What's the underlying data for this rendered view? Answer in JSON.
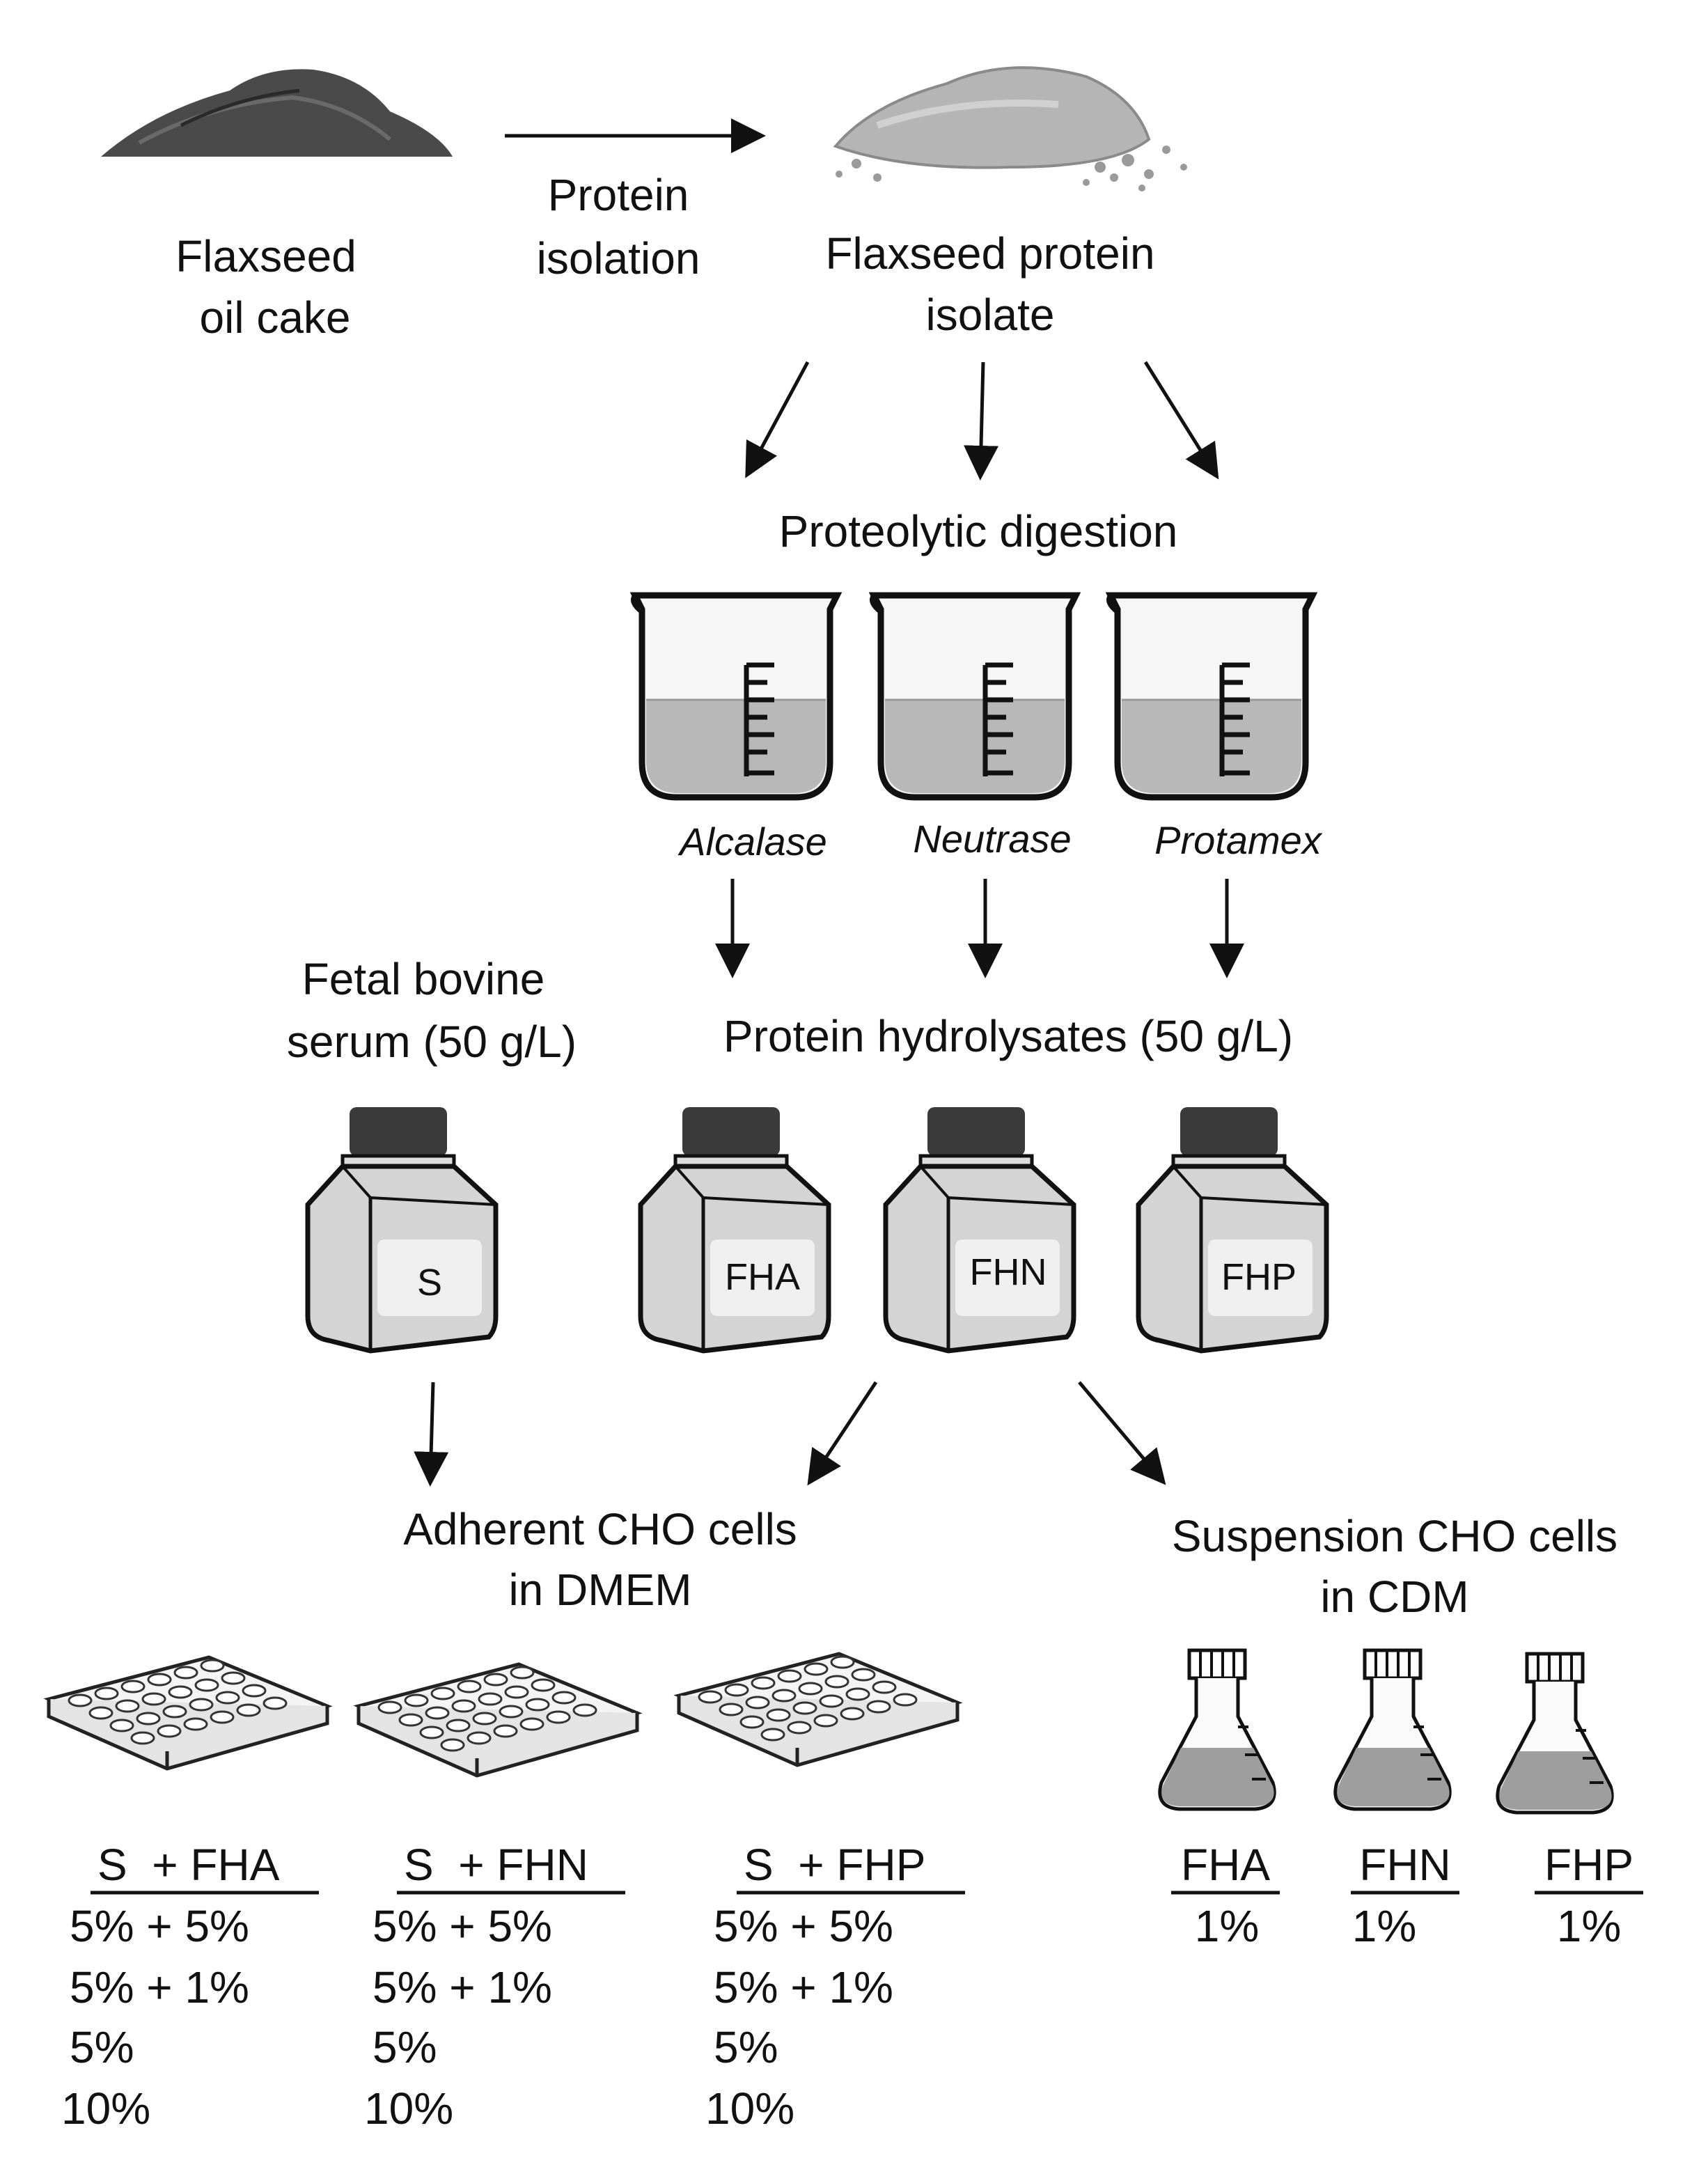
{
  "top": {
    "oil_cake": [
      "Flaxseed",
      "oil cake"
    ],
    "process": [
      "Protein",
      "isolation"
    ],
    "isolate": [
      "Flaxseed protein",
      "isolate"
    ]
  },
  "digestion": {
    "title": "Proteolytic digestion",
    "enzymes": [
      "Alcalase",
      "Neutrase",
      "Protamex"
    ]
  },
  "serum": {
    "title": [
      "Fetal bovine",
      "serum (50 g/L)"
    ],
    "jar_label": "S"
  },
  "hydrolysates": {
    "title": "Protein hydrolysates (50 g/L)",
    "jar_labels": [
      "FHA",
      "FHN",
      "FHP"
    ]
  },
  "adherent": {
    "title": [
      "Adherent CHO cells",
      "in DMEM"
    ],
    "groups": [
      {
        "header": "S  + FHA",
        "rows": [
          "5% + 5%",
          "5% + 1%",
          "5%",
          "10%"
        ]
      },
      {
        "header": "S  + FHN",
        "rows": [
          "5% + 5%",
          "5% + 1%",
          "5%",
          "10%"
        ]
      },
      {
        "header": "S  + FHP",
        "rows": [
          "5% + 5%",
          "5% + 1%",
          "5%",
          "10%"
        ]
      }
    ]
  },
  "suspension": {
    "title": [
      "Suspension CHO cells",
      "in CDM"
    ],
    "flasks": [
      {
        "header": "FHA",
        "value": "1%"
      },
      {
        "header": "FHN",
        "value": "1%"
      },
      {
        "header": "FHP",
        "value": "1%"
      }
    ]
  },
  "colors": {
    "ink": "#111111",
    "liquid": "#b8b8b8",
    "cap": "#3a3a3a",
    "powder_dark": "#4a4a4a",
    "powder_light": "#b5b5b5"
  },
  "icons": [
    "powder-pile-icon",
    "powder-isolate-icon",
    "beaker-icon",
    "reagent-bottle-icon",
    "well-plate-icon",
    "erlenmeyer-flask-icon"
  ]
}
